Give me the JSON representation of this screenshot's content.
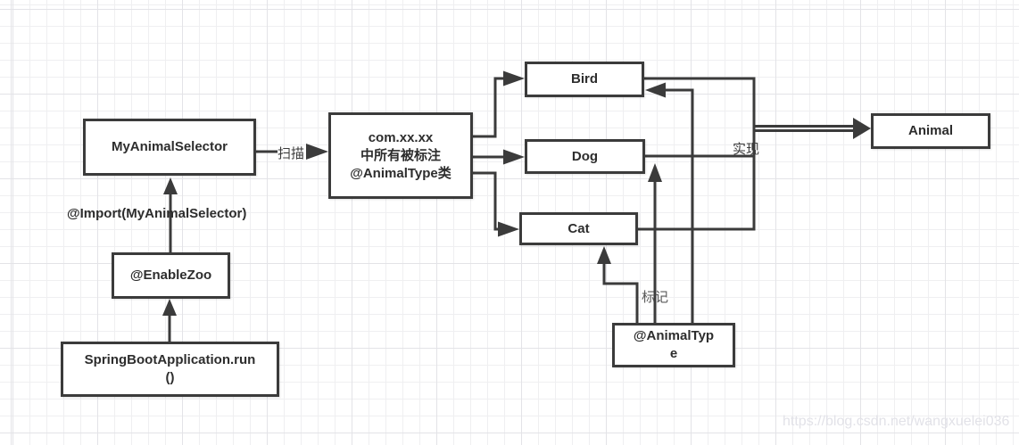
{
  "diagram": {
    "nodes": {
      "my_animal_selector": {
        "label": "MyAnimalSelector"
      },
      "com_package": {
        "lines": [
          "com.xx.xx",
          "中所有被标注",
          "@AnimalType类"
        ]
      },
      "bird": {
        "label": "Bird"
      },
      "dog": {
        "label": "Dog"
      },
      "cat": {
        "label": "Cat"
      },
      "animal": {
        "label": "Animal"
      },
      "animal_type": {
        "lines": [
          "@AnimalTyp",
          "e"
        ]
      },
      "enable_zoo": {
        "label": "@EnableZoo"
      },
      "spring_boot_run": {
        "lines": [
          "SpringBootApplication.run",
          "()"
        ]
      }
    },
    "edge_labels": {
      "scan": "扫描",
      "import": "@Import(MyAnimalSelector)",
      "implements": "实现",
      "mark": "标记"
    },
    "watermark": "https://blog.csdn.net/wangxuelei036",
    "colors": {
      "stroke": "#3b3b3b",
      "mark_label": "#595959",
      "watermark": "#e2e2e8",
      "grid_minor": "#efeff1",
      "grid_major": "#e3e3e7"
    }
  }
}
